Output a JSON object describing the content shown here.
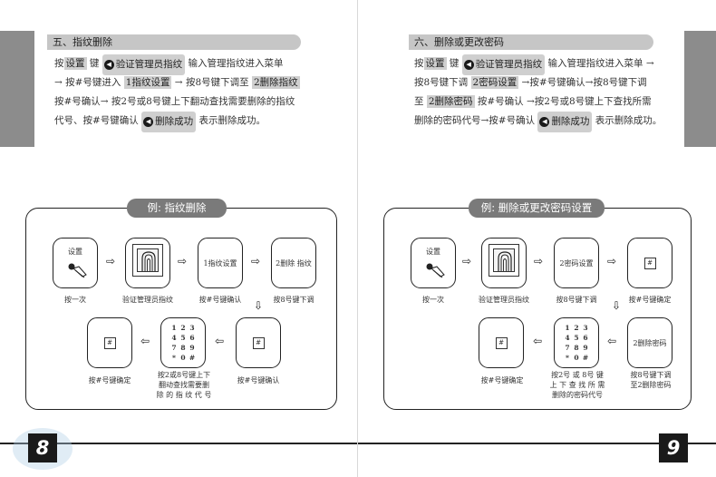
{
  "left": {
    "section_title": "五、指纹删除",
    "instructions": [
      {
        "t1": "按",
        "h1": "设置",
        "t2": " 键 ",
        "i1": "验证管理员指纹",
        "t3": " 输入管理指纹进入菜单"
      },
      {
        "t1": "→ 按#号键进入 ",
        "h1": "1指纹设置",
        "t2": " → 按8号键下调至 ",
        "h2": "2删除指纹"
      },
      {
        "t1": "按#号确认→ 按2号或8号键上下翻动查找需要删除的指纹"
      },
      {
        "t1": "代号、按#号键确认 ",
        "i1": "删除成功",
        "t2": " 表示删除成功。"
      }
    ],
    "example_title": "例: 指纹删除",
    "steps": {
      "set_box": "设置",
      "fingerprint_caption": "验证管理员指纹",
      "press_once_caption": "按一次",
      "fp_settings_box": "1指纹设置",
      "confirm_caption": "按#号键确认",
      "delete_fp_box": "2删除 指纹",
      "down_caption": "按8号键下调",
      "hash_symbol": "#",
      "hash_confirm_caption": "按#号键确认",
      "keypad_caption_lines": [
        "按2或8号键上下",
        "翻动查找需要删",
        "除 的 指 纹 代 号"
      ],
      "final_caption": "按#号键确定"
    },
    "page_number": "8"
  },
  "right": {
    "section_title": "六、删除或更改密码",
    "instructions": [
      {
        "t1": "按",
        "h1": "设置",
        "t2": " 键 ",
        "i1": "验证管理员指纹",
        "t3": " 输入管理指纹进入菜单 →"
      },
      {
        "t1": "按8号键下调 ",
        "h1": "2密码设置",
        "t2": " →按#号键确认→按8号键下调"
      },
      {
        "t1": "至 ",
        "h1": "2删除密码",
        "t2": " 按#号确认 →按2号或8号键上下查找所需"
      },
      {
        "t1": "删除的密码代号→按#号确认 ",
        "i1": "删除成功",
        "t2": " 表示删除成功。"
      }
    ],
    "example_title": "例: 删除或更改密码设置",
    "steps": {
      "set_box": "设置",
      "press_once_caption": "按一次",
      "fingerprint_caption": "验证管理员指纹",
      "pwd_settings_box": "2密码设置",
      "down_caption": "按8号键下调",
      "hash_symbol": "#",
      "hash_confirm_caption": "按#号键确定",
      "delete_pwd_box": "2删除密码",
      "down_to_delete_caption_lines": [
        "按8号键下调",
        "至2删除密码"
      ],
      "keypad_caption_lines": [
        "按2号 或 8号 键",
        "上 下 查 找 所 需",
        "删除的密码代号"
      ],
      "final_caption": "按#号键确定"
    },
    "page_number": "9"
  },
  "keypad_keys": [
    "1",
    "2",
    "3",
    "4",
    "5",
    "6",
    "7",
    "8",
    "9",
    "*",
    "0",
    "#"
  ],
  "speaker_glyph": "◀"
}
